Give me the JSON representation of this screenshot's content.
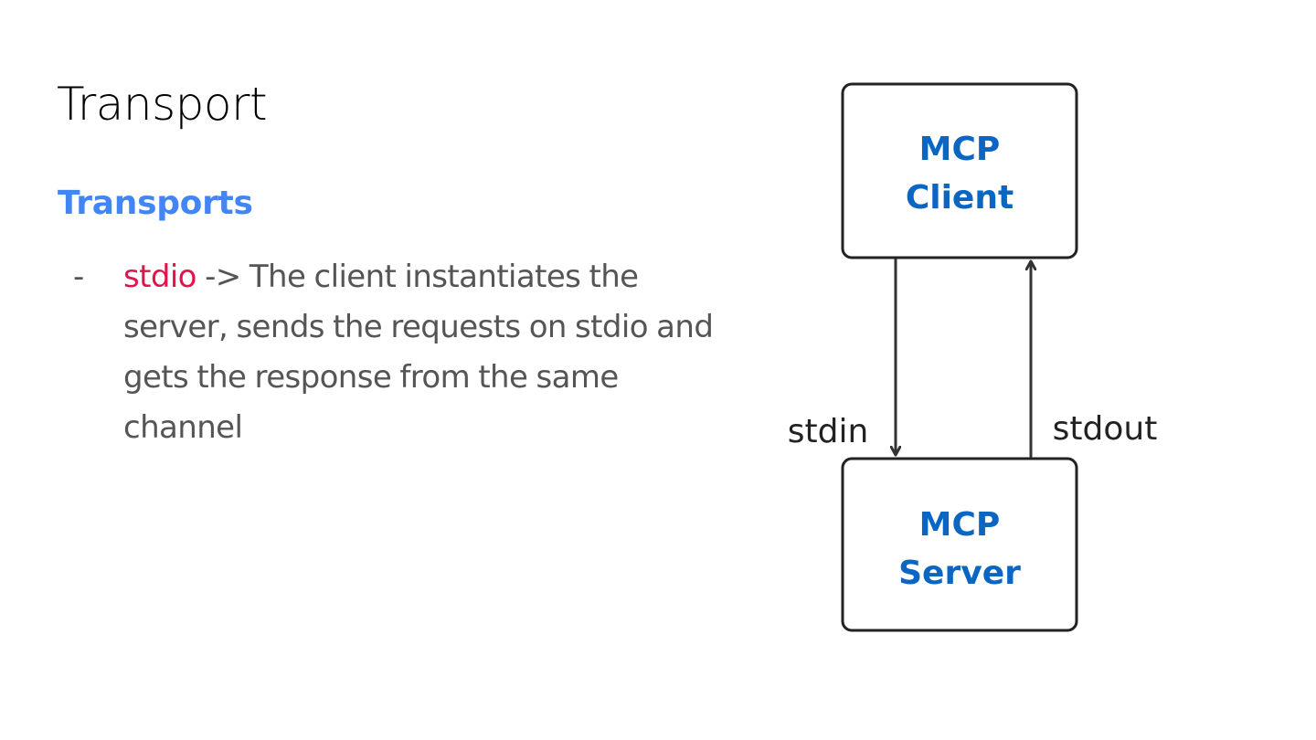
{
  "slide": {
    "title": "Transport",
    "section_heading": "Transports",
    "bullets": [
      {
        "marker": "-",
        "keyword": "stdio",
        "text": " -> The client instantiates the server, sends the requests on stdio and gets the response from the same channel"
      }
    ]
  },
  "diagram": {
    "nodes": {
      "client": {
        "line1": "MCP",
        "line2": "Client"
      },
      "server": {
        "line1": "MCP",
        "line2": "Server"
      }
    },
    "edges": {
      "down": {
        "label": "stdin",
        "from": "client",
        "to": "server"
      },
      "up": {
        "label": "stdout",
        "from": "server",
        "to": "client"
      }
    }
  },
  "colors": {
    "heading": "#4285f4",
    "keyword": "#e0144c",
    "body_text": "#555555",
    "node_text": "#0a66c2",
    "stroke": "#222222",
    "arrow": "#333333"
  }
}
